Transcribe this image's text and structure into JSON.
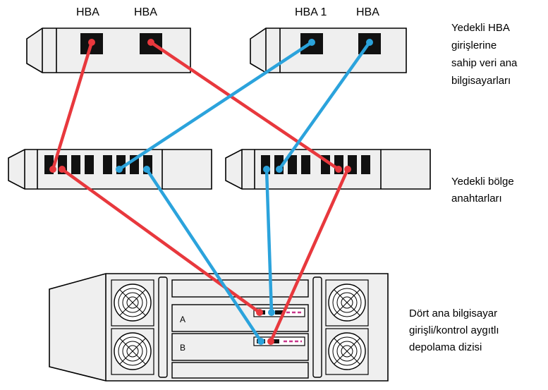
{
  "hosts": {
    "host1": {
      "port1_label": "HBA",
      "port2_label": "HBA"
    },
    "host2": {
      "port1_label": "HBA 1",
      "port2_label": "HBA"
    }
  },
  "labels": {
    "hosts_caption": [
      "Yedekli HBA",
      "girişlerine",
      "sahip veri ana",
      "bilgisayarları"
    ],
    "switches_caption": [
      "Yedekli bölge",
      "anahtarları"
    ],
    "storage_caption": [
      "Dört ana bilgisayar",
      "girişli/kontrol aygıtlı",
      "depolama dizisi"
    ]
  },
  "storage": {
    "controller_a": "A",
    "controller_b": "B"
  },
  "colors": {
    "red_path": "#e8383d",
    "blue_path": "#2ba3dc",
    "device_fill": "#efefef",
    "outline": "#000000"
  }
}
